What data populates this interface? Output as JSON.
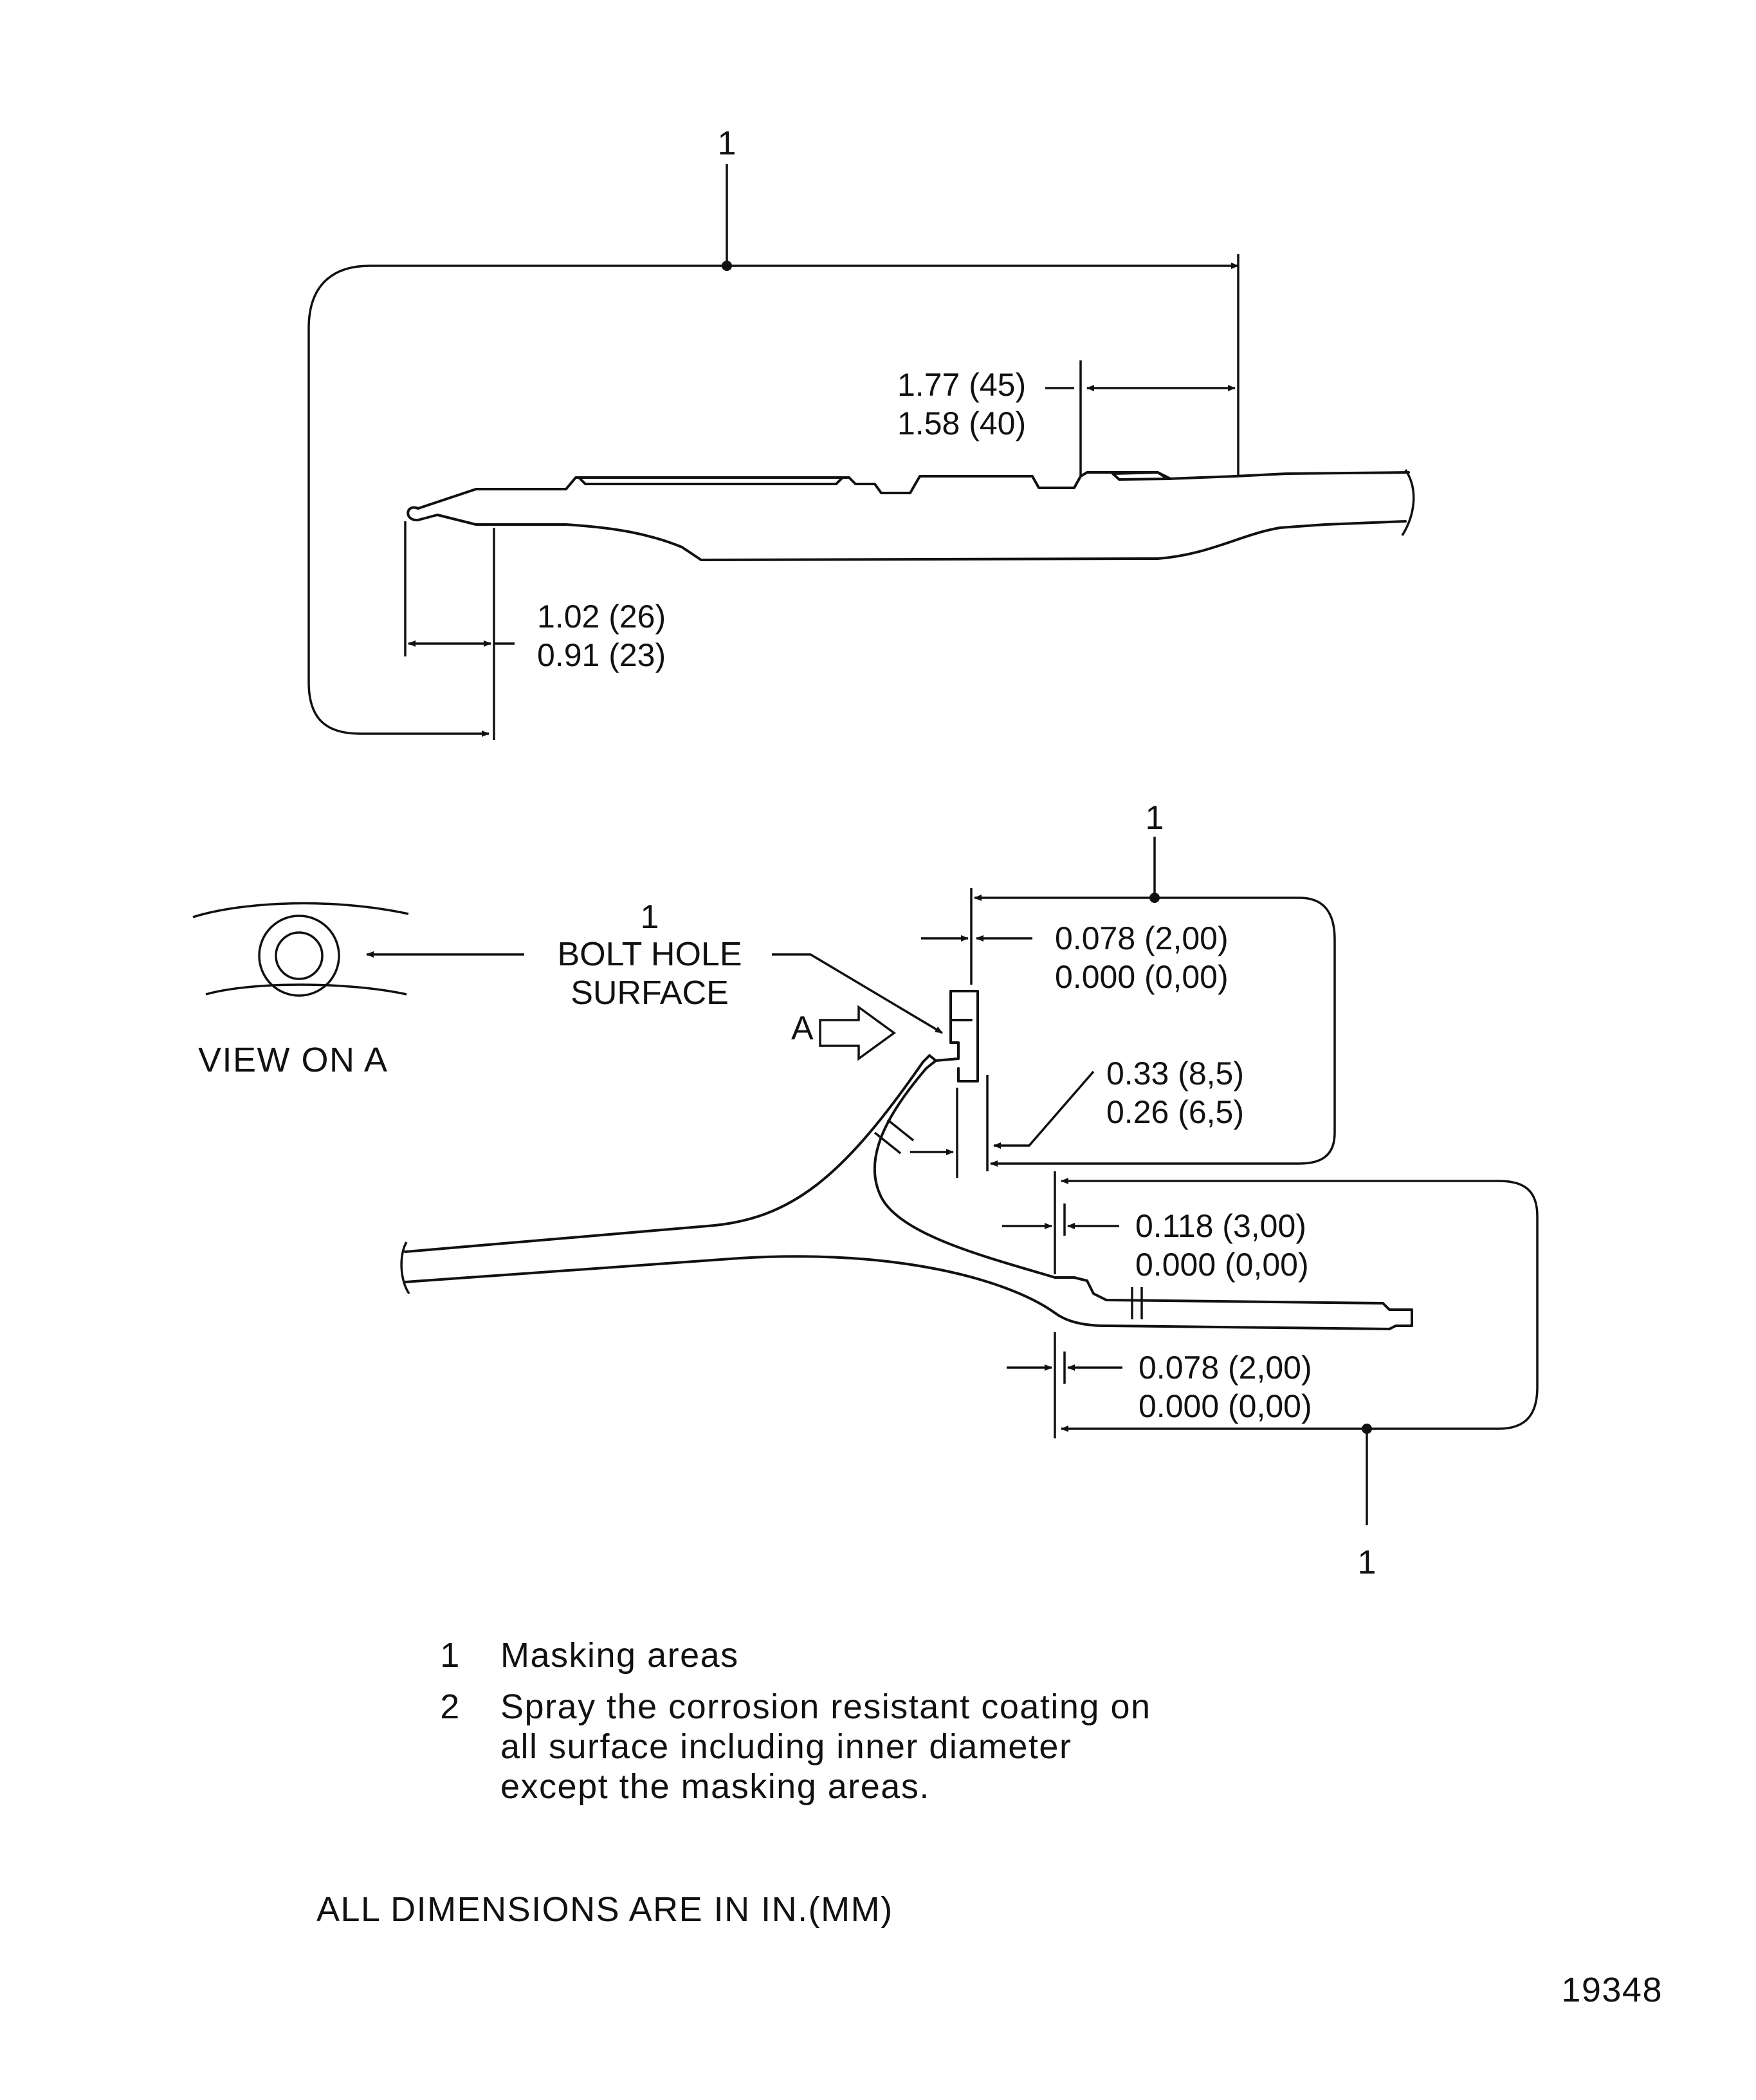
{
  "top_view": {
    "callout": "1",
    "dim_a_max": "1.77 (45)",
    "dim_a_min": "1.58 (40)",
    "dim_b_max": "1.02 (26)",
    "dim_b_min": "0.91 (23)"
  },
  "bottom_view": {
    "callout_top": "1",
    "callout_bottom": "1",
    "bolt_hole_callout": "1",
    "bolt_hole_line1": "BOLT HOLE",
    "bolt_hole_line2": "SURFACE",
    "arrow_label": "A",
    "view_label": "VIEW ON A",
    "dim_c_max": "0.078 (2,00)",
    "dim_c_min": "0.000 (0,00)",
    "dim_d_max": "0.33 (8,5)",
    "dim_d_min": "0.26 (6,5)",
    "dim_e_max": "0.118 (3,00)",
    "dim_e_min": "0.000 (0,00)",
    "dim_f_max": "0.078 (2,00)",
    "dim_f_min": "0.000 (0,00)"
  },
  "legend": [
    {
      "num": "1",
      "lines": [
        "Masking areas"
      ]
    },
    {
      "num": "2",
      "lines": [
        "Spray the corrosion resistant coating on",
        "all surface including inner diameter",
        "except the masking areas."
      ]
    }
  ],
  "footer_note": "ALL DIMENSIONS ARE IN IN.(MM)",
  "figure_number": "19348"
}
